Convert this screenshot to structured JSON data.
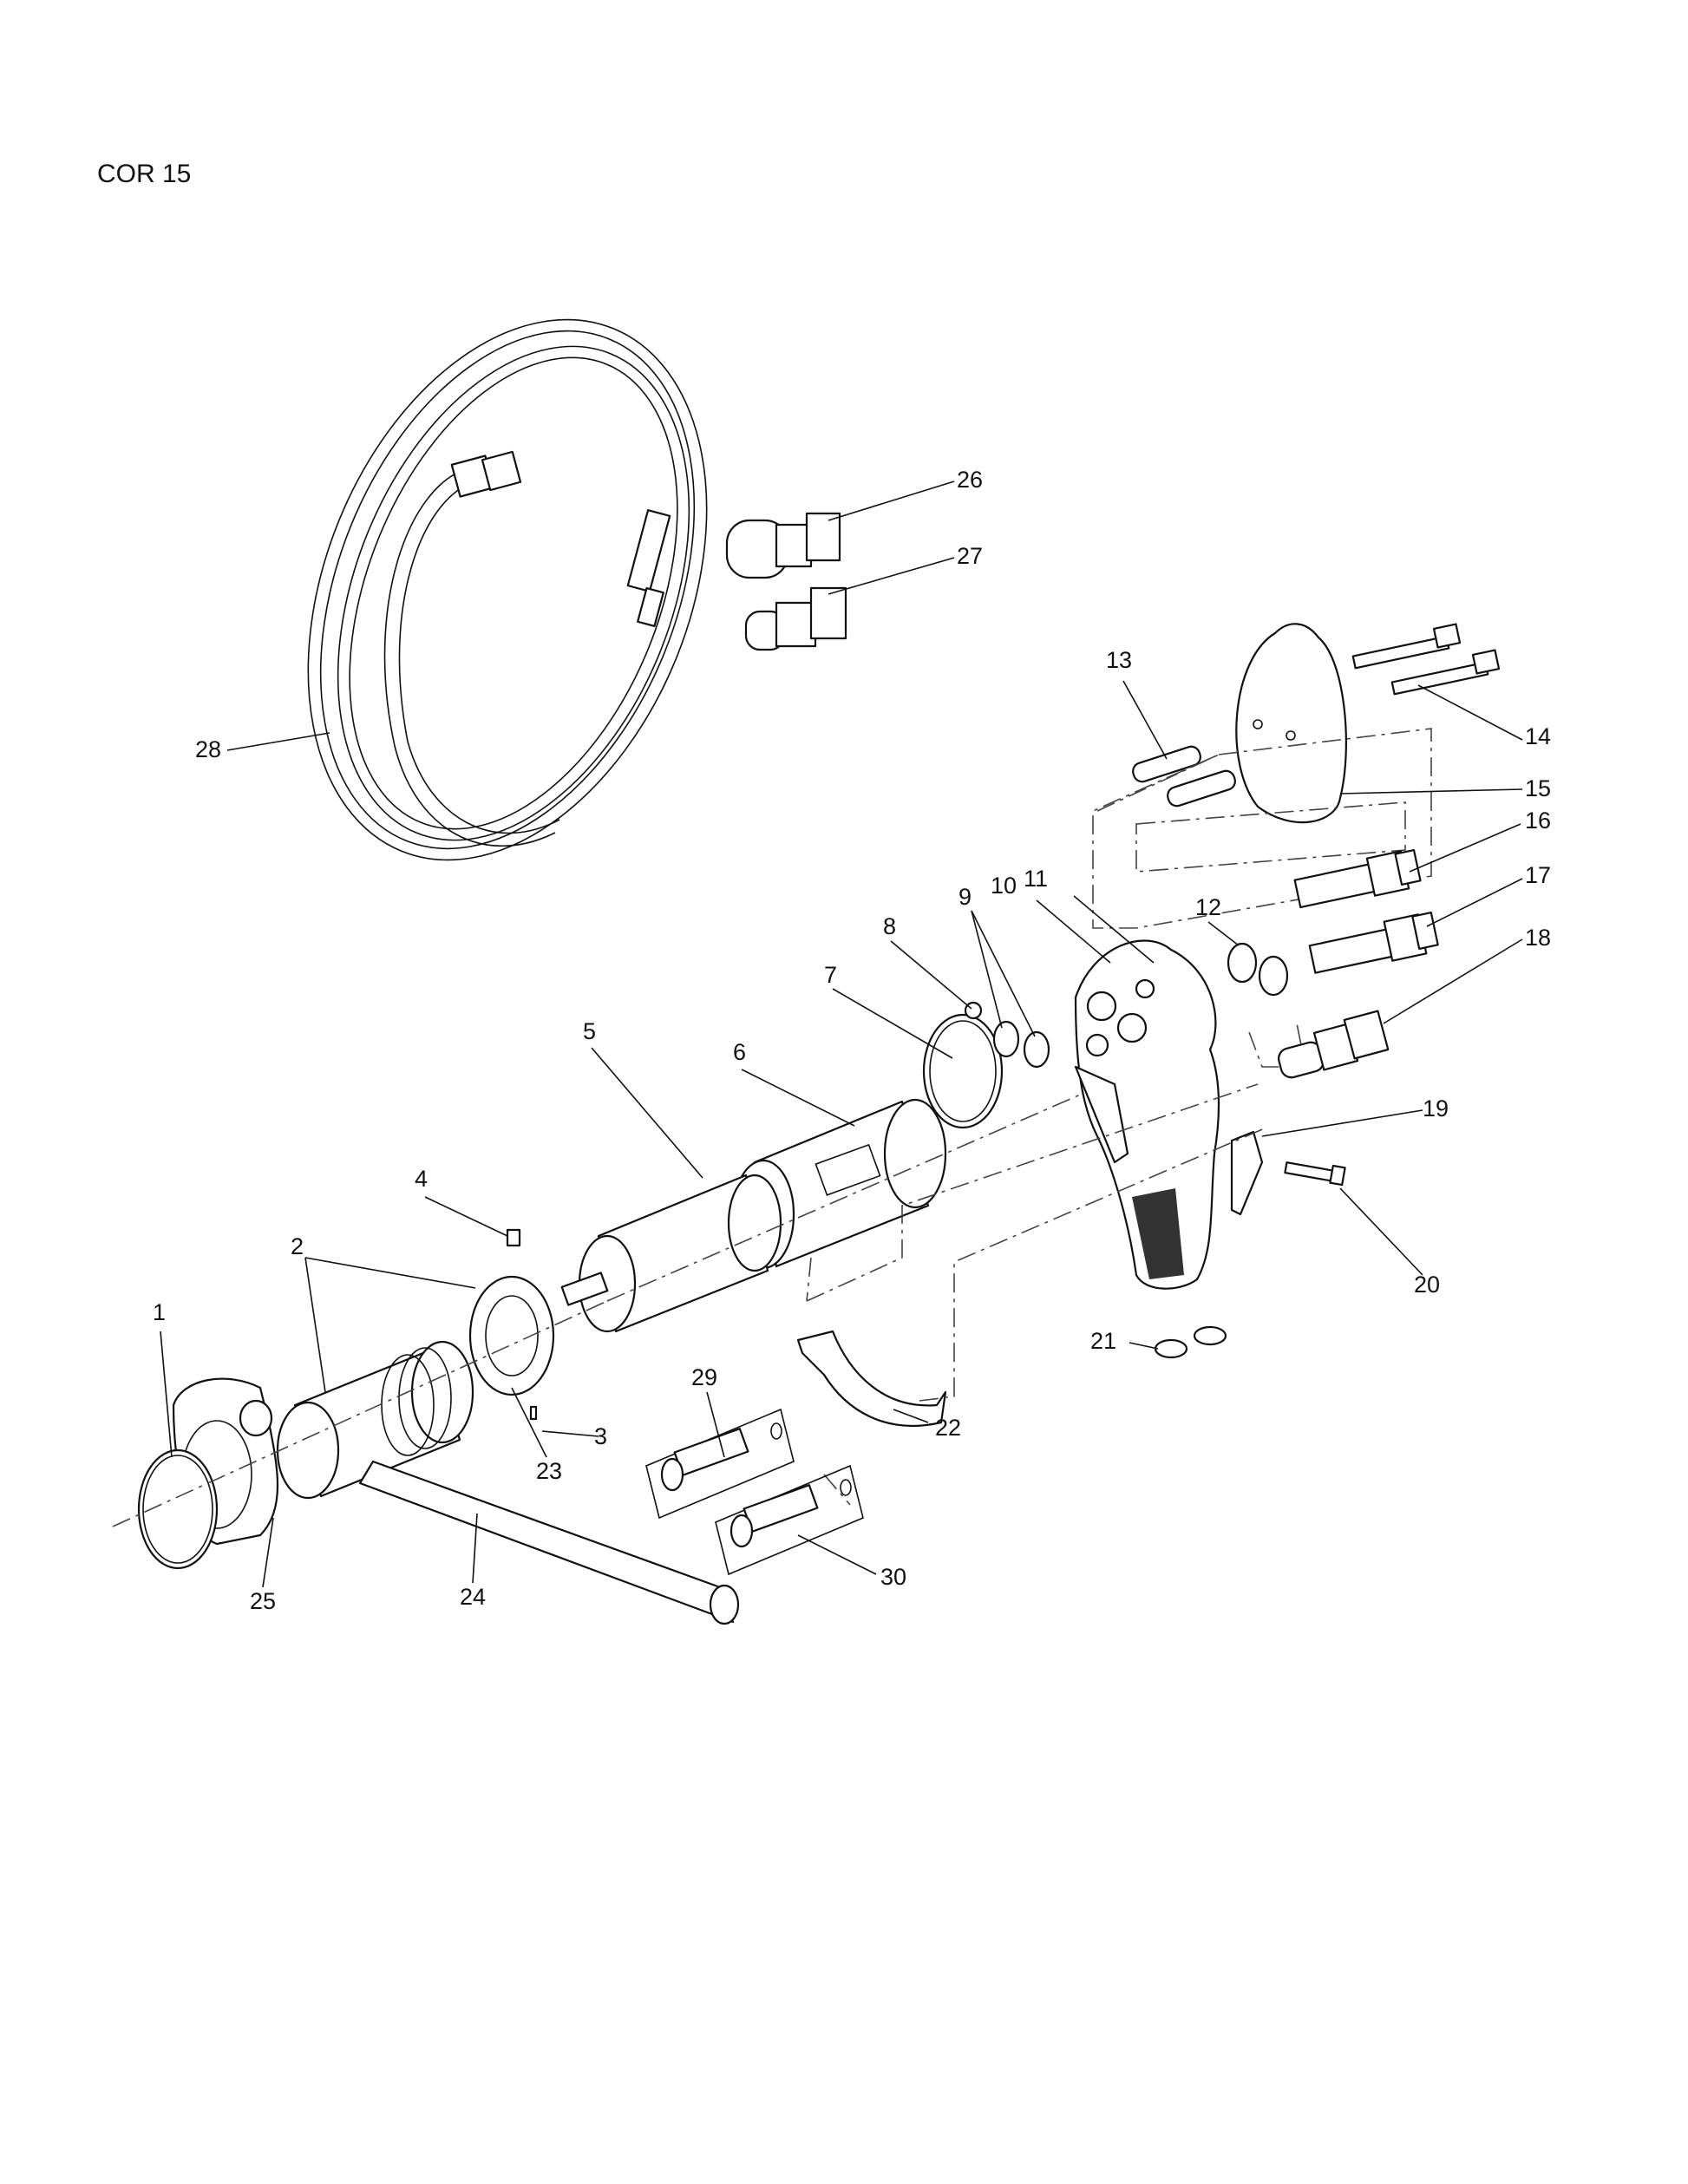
{
  "title": "COR 15",
  "callouts": [
    {
      "id": "1",
      "text": "1"
    },
    {
      "id": "2",
      "text": "2"
    },
    {
      "id": "3",
      "text": "3"
    },
    {
      "id": "4",
      "text": "4"
    },
    {
      "id": "5",
      "text": "5"
    },
    {
      "id": "6",
      "text": "6"
    },
    {
      "id": "7",
      "text": "7"
    },
    {
      "id": "8",
      "text": "8"
    },
    {
      "id": "9",
      "text": "9"
    },
    {
      "id": "10",
      "text": "10"
    },
    {
      "id": "11",
      "text": "11"
    },
    {
      "id": "12",
      "text": "12"
    },
    {
      "id": "13",
      "text": "13"
    },
    {
      "id": "14",
      "text": "14"
    },
    {
      "id": "15",
      "text": "15"
    },
    {
      "id": "16",
      "text": "16"
    },
    {
      "id": "17",
      "text": "17"
    },
    {
      "id": "18",
      "text": "18"
    },
    {
      "id": "19",
      "text": "19"
    },
    {
      "id": "20",
      "text": "20"
    },
    {
      "id": "21",
      "text": "21"
    },
    {
      "id": "22",
      "text": "22"
    },
    {
      "id": "23",
      "text": "23"
    },
    {
      "id": "24",
      "text": "24"
    },
    {
      "id": "25",
      "text": "25"
    },
    {
      "id": "26",
      "text": "26"
    },
    {
      "id": "27",
      "text": "27"
    },
    {
      "id": "28",
      "text": "28"
    },
    {
      "id": "29",
      "text": "29"
    },
    {
      "id": "30",
      "text": "30"
    }
  ]
}
